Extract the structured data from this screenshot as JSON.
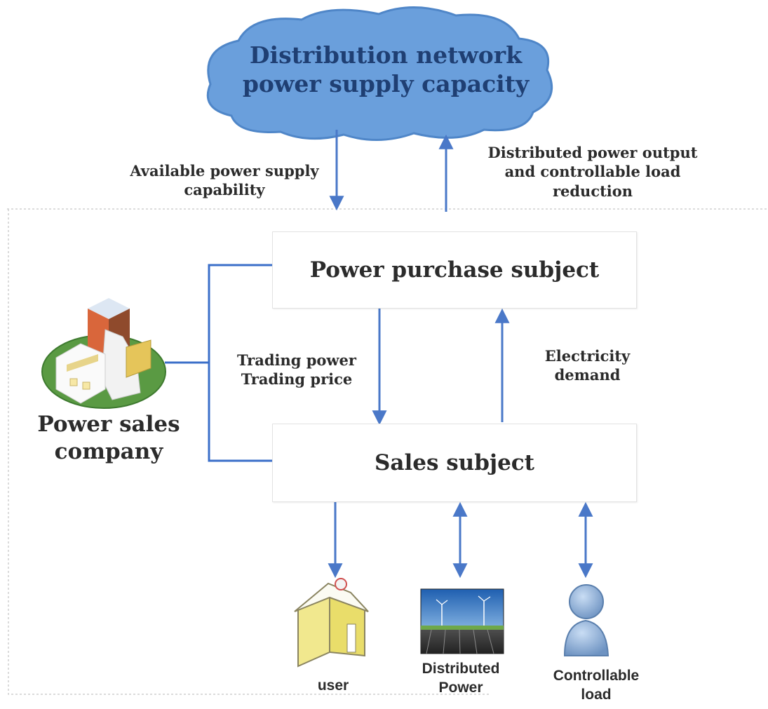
{
  "cloud": {
    "line1": "Distribution network",
    "line2": "power supply capacity"
  },
  "arrows": {
    "available_supply": {
      "line1": "Available power supply",
      "line2": "capability"
    },
    "distributed_output": {
      "line1": "Distributed power output",
      "line2": "and controllable load",
      "line3": "reduction"
    },
    "trading": {
      "line1": "Trading power",
      "line2": "Trading price"
    },
    "demand": {
      "line1": "Electricity",
      "line2": "demand"
    }
  },
  "boxes": {
    "purchase": "Power purchase subject",
    "sales": "Sales subject"
  },
  "company": {
    "line1": "Power sales",
    "line2": "company"
  },
  "endpoints": {
    "user": "user",
    "distributed_power": {
      "line1": "Distributed",
      "line2": "Power"
    },
    "controllable_load": {
      "line1": "Controllable",
      "line2": "load"
    }
  },
  "icons": [
    "cloud-shape",
    "company-building-icon",
    "house-icon",
    "solar-wind-farm-icon",
    "person-icon"
  ],
  "colors": {
    "cloud": "#6a9fdc",
    "cloud_text": "#1f3f73",
    "arrow": "#4a78c8",
    "line": "#3b6fc9",
    "text": "#2b2b2b"
  }
}
